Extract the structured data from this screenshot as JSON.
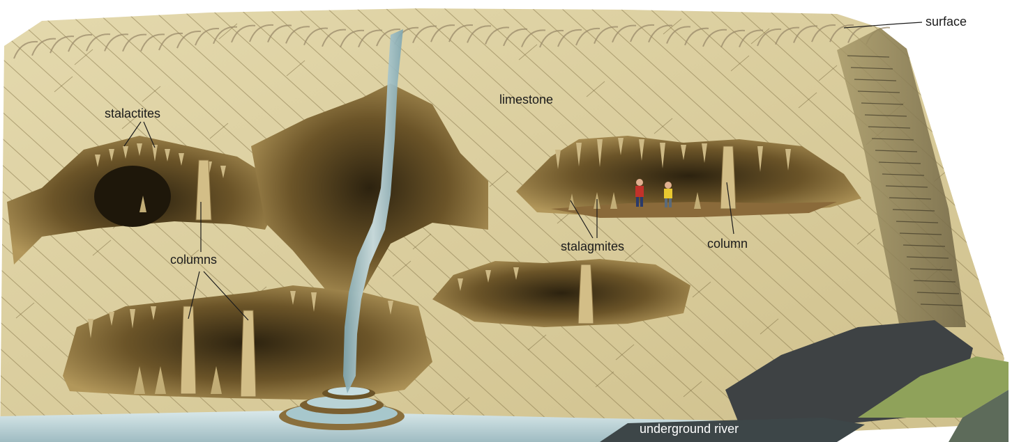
{
  "labels": {
    "surface": "surface",
    "limestone": "limestone",
    "stalactites": "stalactites",
    "columns": "columns",
    "stalagmites": "stalagmites",
    "column": "column",
    "underground_river": "underground river"
  },
  "colors": {
    "limestone": "#d8cc9e",
    "limestone_light": "#e8dfb8",
    "bedding_line": "#8a7a4e",
    "cave_dark": "#3a2e16",
    "cave_mid": "#7a6234",
    "cave_light": "#b69a5c",
    "water": "#9fc3cc",
    "river": "#cfe0e2",
    "rock_dark": "#3e4244",
    "grass": "#8fa25a",
    "label_text": "#1b1b1b"
  }
}
